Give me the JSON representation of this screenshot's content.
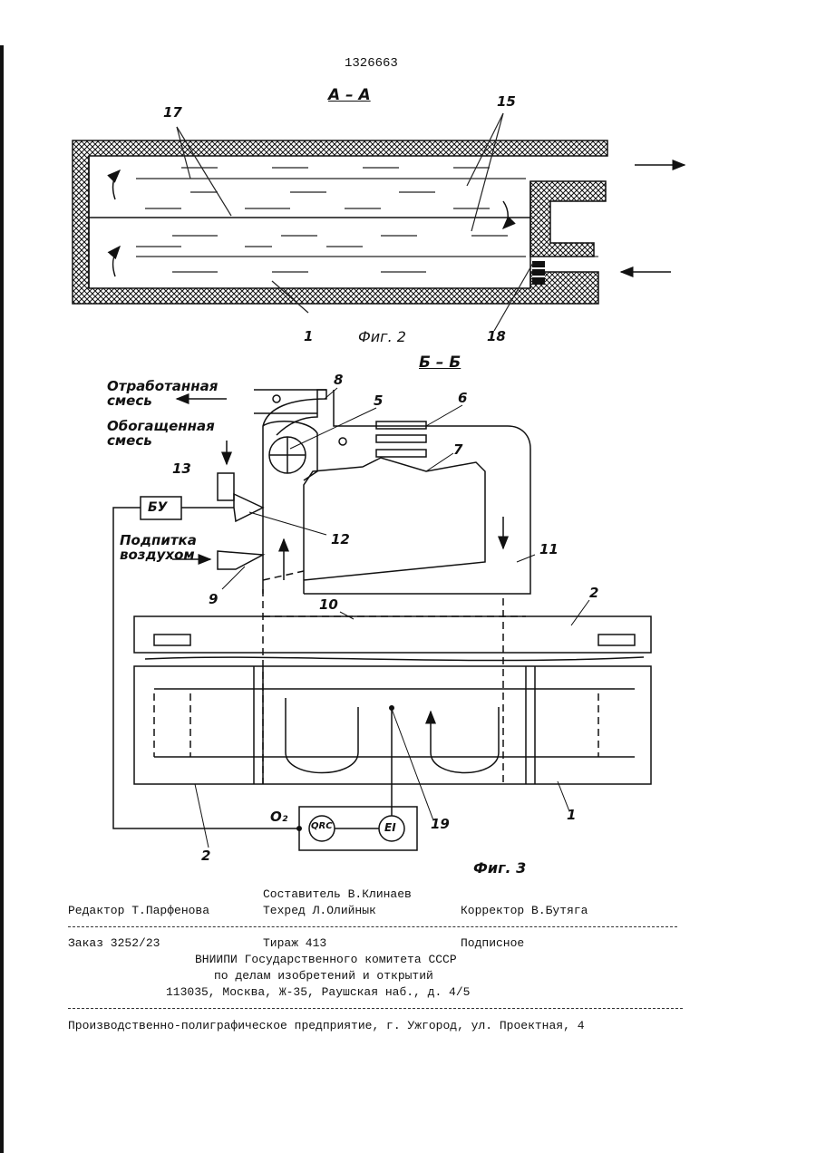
{
  "patent_number": "1326663",
  "fig2": {
    "section": "А – А",
    "caption": "Фиг. 2",
    "labels": {
      "l17": "17",
      "l15": "15",
      "l1": "1",
      "l18": "18"
    }
  },
  "fig3": {
    "section": "Б – Б",
    "caption": "Фиг. 3",
    "texts": {
      "spent": [
        "Отработанная",
        "смесь"
      ],
      "enriched": [
        "Обогащенная",
        "смесь"
      ],
      "air": [
        "Подпитка",
        "воздухом"
      ]
    },
    "bu": "БУ",
    "qrc": "QRC",
    "ei": "EI",
    "o2": "O₂",
    "labels": {
      "l8": "8",
      "l5": "5",
      "l6": "6",
      "l7": "7",
      "l13": "13",
      "l12": "12",
      "l11": "11",
      "l9": "9",
      "l10": "10",
      "l2a": "2",
      "l2b": "2",
      "l19": "19",
      "l1": "1"
    }
  },
  "footer": {
    "compiler": "Составитель В.Клинаев",
    "editor": "Редактор Т.Парфенова",
    "techred": "Техред Л.Олийнык",
    "corrector": "Корректор В.Бутяга",
    "order": "Заказ 3252/23",
    "circulation": "Тираж 413",
    "subscription": "Подписное",
    "org1": "ВНИИПИ Государственного комитета СССР",
    "org2": "по делам изобретений и открытий",
    "address": "113035, Москва, Ж-35, Раушская наб., д. 4/5",
    "printer": "Производственно-полиграфическое предприятие, г. Ужгород, ул. Проектная, 4"
  }
}
